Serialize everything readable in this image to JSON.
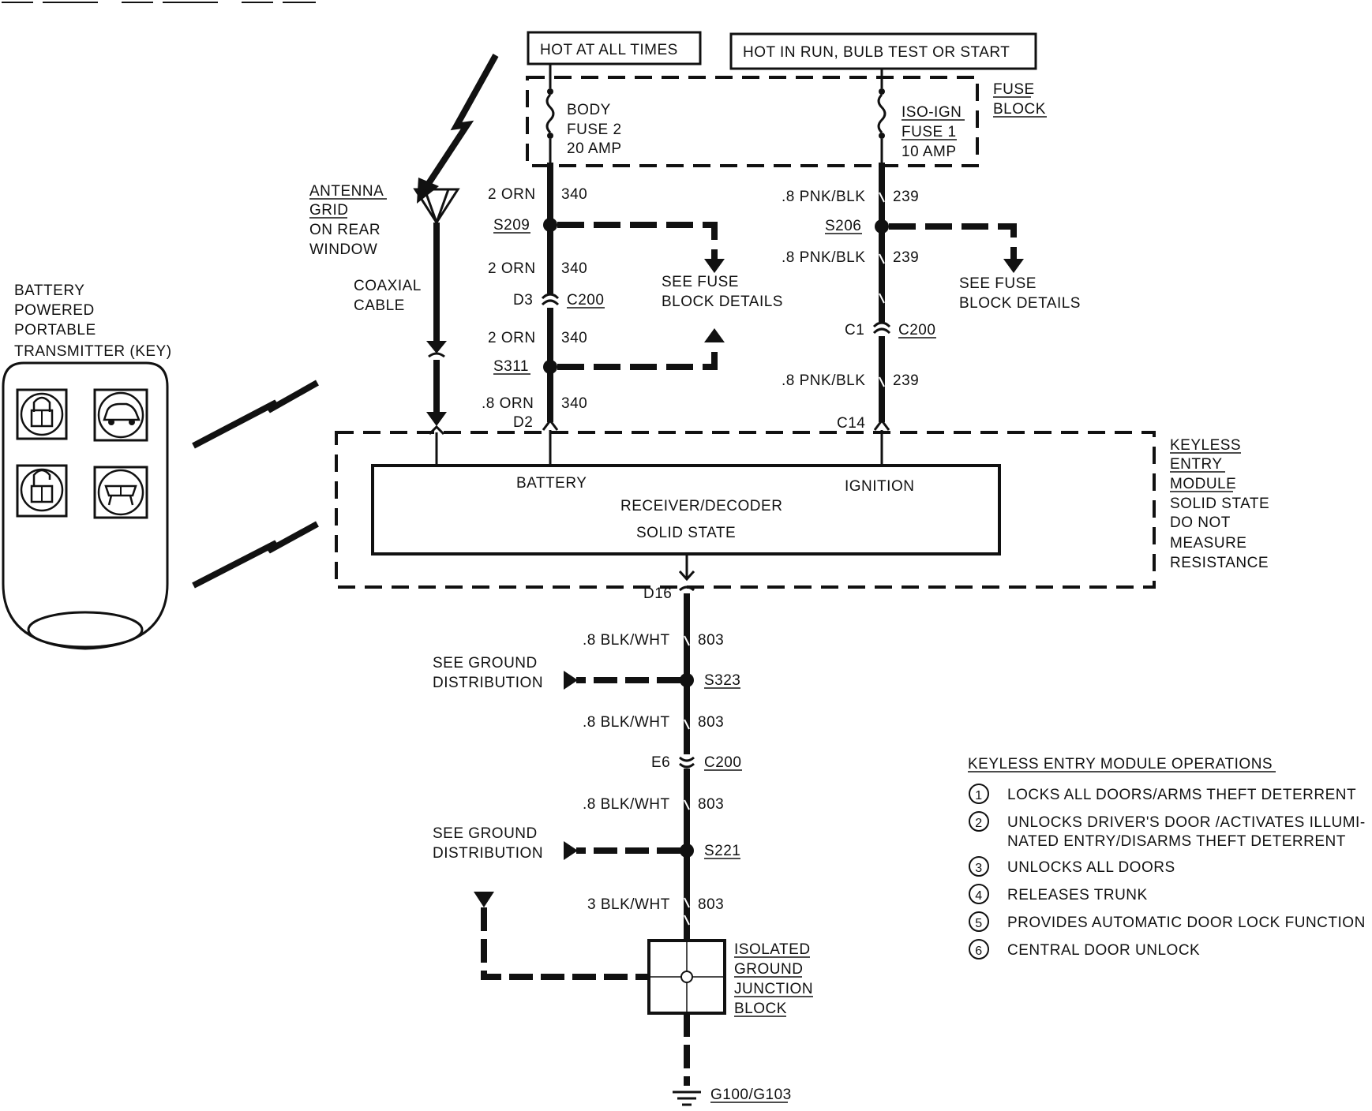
{
  "power": {
    "hot_at_all_times": "HOT AT ALL TIMES",
    "hot_in_run": "HOT IN RUN, BULB TEST OR START"
  },
  "fuse_block": {
    "label_line1": "FUSE",
    "label_line2": "BLOCK",
    "fuse_body": [
      "BODY",
      "FUSE 2",
      "20 AMP"
    ],
    "fuse_ign": [
      "ISO-IGN",
      "FUSE 1",
      "10 AMP"
    ]
  },
  "antenna": {
    "lines": [
      "ANTENNA",
      "GRID",
      "ON REAR",
      "WINDOW"
    ],
    "coax": [
      "COAXIAL",
      "CABLE"
    ]
  },
  "transmitter": {
    "lines": [
      "BATTERY",
      "POWERED",
      "PORTABLE",
      "TRANSMITTER (KEY)"
    ],
    "buttons": [
      "lock-icon",
      "car-icon",
      "unlock-icon",
      "trunk-icon"
    ]
  },
  "left_circuit": {
    "wires": [
      {
        "gauge": "2 ORN",
        "circuit": "340"
      },
      {
        "gauge": "2 ORN",
        "circuit": "340"
      },
      {
        "gauge": "2 ORN",
        "circuit": "340"
      },
      {
        "gauge": ".8 ORN",
        "circuit": "340"
      }
    ],
    "splices": [
      "S209",
      "S311"
    ],
    "connector_pin": "D3",
    "connector": "C200",
    "module_pin": "D2",
    "see_fuse": [
      "SEE FUSE",
      "BLOCK DETAILS"
    ]
  },
  "right_circuit": {
    "wires": [
      {
        "gauge": ".8 PNK/BLK",
        "circuit": "239"
      },
      {
        "gauge": ".8 PNK/BLK",
        "circuit": "239"
      },
      {
        "gauge": ".8 PNK/BLK",
        "circuit": "239"
      }
    ],
    "splice": "S206",
    "connector_pin": "C1",
    "connector": "C200",
    "module_pin": "C14",
    "see_fuse": [
      "SEE FUSE",
      "BLOCK DETAILS"
    ]
  },
  "module": {
    "battery": "BATTERY",
    "ignition": "IGNITION",
    "receiver": "RECEIVER/DECODER",
    "solid_state": "SOLID STATE",
    "side_label": [
      "KEYLESS",
      "ENTRY",
      "MODULE",
      "SOLID STATE",
      "DO NOT",
      "MEASURE",
      "RESISTANCE"
    ]
  },
  "ground_circuit": {
    "module_pin": "D16",
    "wires": [
      {
        "gauge": ".8 BLK/WHT",
        "circuit": "803"
      },
      {
        "gauge": ".8 BLK/WHT",
        "circuit": "803"
      },
      {
        "gauge": ".8 BLK/WHT",
        "circuit": "803"
      },
      {
        "gauge": "3 BLK/WHT",
        "circuit": "803"
      }
    ],
    "splices": [
      "S323",
      "S221"
    ],
    "connector_pin": "E6",
    "connector": "C200",
    "see_ground": [
      "SEE GROUND",
      "DISTRIBUTION"
    ],
    "junction_block": [
      "ISOLATED",
      "GROUND",
      "JUNCTION",
      "BLOCK"
    ],
    "ground": "G100/G103"
  },
  "operations": {
    "title": "KEYLESS ENTRY MODULE OPERATIONS",
    "items": [
      {
        "num": "1",
        "lines": [
          "LOCKS ALL DOORS/ARMS THEFT DETERRENT"
        ]
      },
      {
        "num": "2",
        "lines": [
          "UNLOCKS DRIVER'S DOOR /ACTIVATES ILLUMI-",
          "NATED ENTRY/DISARMS THEFT DETERRENT"
        ]
      },
      {
        "num": "3",
        "lines": [
          "UNLOCKS ALL DOORS"
        ]
      },
      {
        "num": "4",
        "lines": [
          "RELEASES TRUNK"
        ]
      },
      {
        "num": "5",
        "lines": [
          "PROVIDES AUTOMATIC DOOR LOCK FUNCTION"
        ]
      },
      {
        "num": "6",
        "lines": [
          "CENTRAL DOOR UNLOCK"
        ]
      }
    ]
  }
}
